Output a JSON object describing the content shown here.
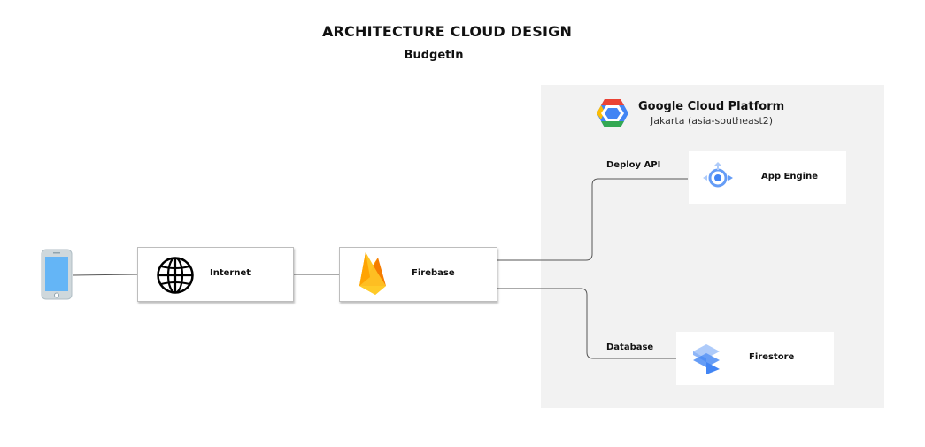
{
  "header": {
    "title": "ARCHITECTURE CLOUD DESIGN",
    "subtitle": "BudgetIn"
  },
  "gcp": {
    "title": "Google Cloud Platform",
    "region": "Jakarta (asia-southeast2)",
    "panel_color": "#f2f2f2"
  },
  "nodes": {
    "phone": {
      "icon": "smartphone-icon"
    },
    "internet": {
      "label": "Internet",
      "icon": "globe-icon"
    },
    "firebase": {
      "label": "Firebase",
      "icon": "firebase-icon"
    },
    "app_engine": {
      "label": "App Engine",
      "icon": "app-engine-icon"
    },
    "firestore": {
      "label": "Firestore",
      "icon": "firestore-icon"
    }
  },
  "edges": {
    "deploy_api": {
      "label": "Deploy API"
    },
    "database": {
      "label": "Database"
    }
  },
  "colors": {
    "google_blue": "#4285f4",
    "google_red": "#ea4335",
    "google_yellow": "#fbbc05",
    "google_green": "#34a853",
    "firebase_orange": "#f58220",
    "firebase_yellow": "#ffca28",
    "line": "#555555"
  }
}
